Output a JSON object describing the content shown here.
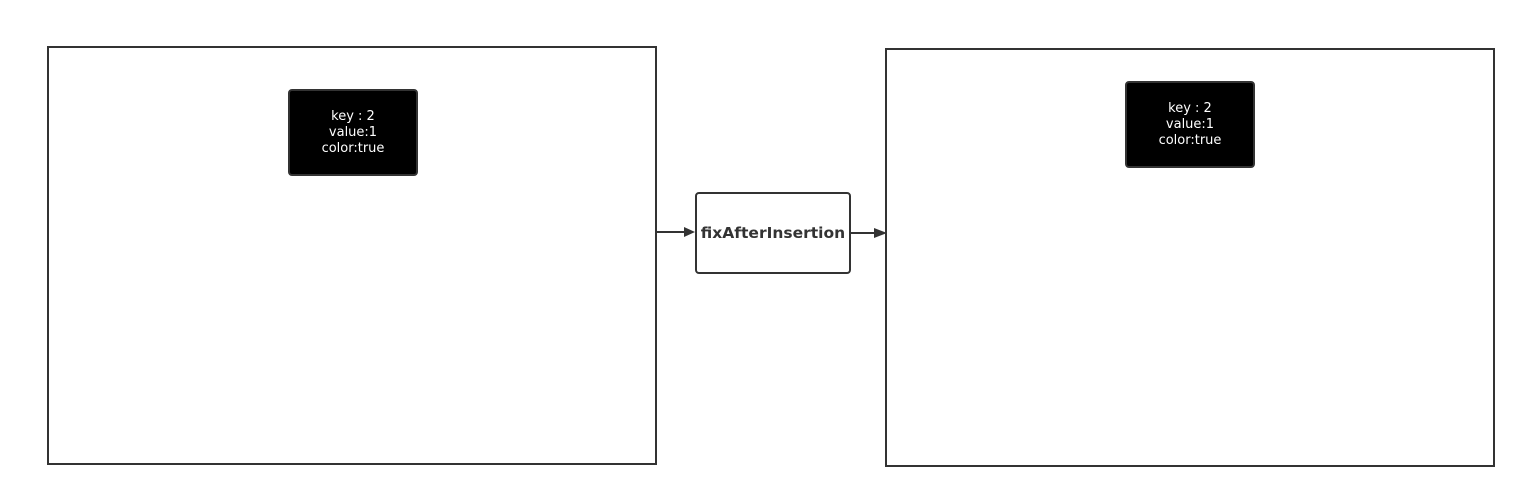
{
  "diagram": {
    "before_node": {
      "lines": [
        "key : 2",
        "value:1",
        "color:true"
      ]
    },
    "after_node": {
      "lines": [
        "key : 2",
        "value:1",
        "color:true"
      ]
    },
    "process": {
      "label": "fixAfterInsertion"
    }
  },
  "colors": {
    "stroke": "#333333",
    "node_fill": "#000000",
    "node_text": "#ffffff",
    "background": "#ffffff"
  }
}
